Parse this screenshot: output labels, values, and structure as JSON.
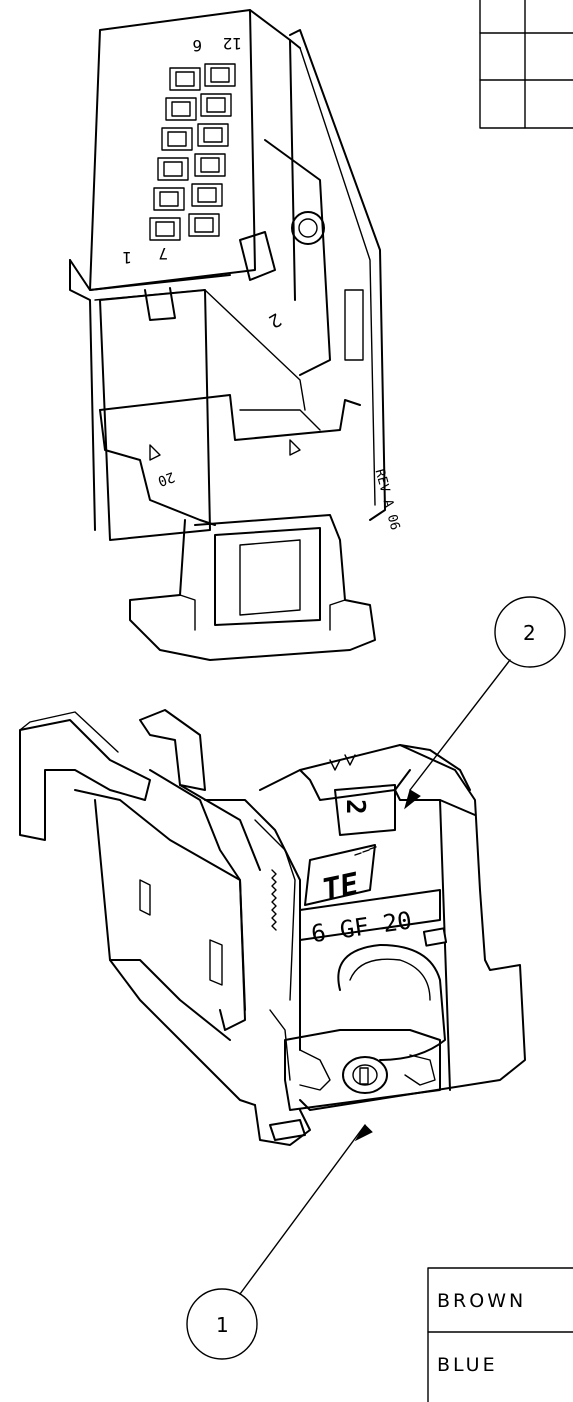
{
  "connector_top": {
    "pin_numbers": {
      "pin_1": "1",
      "pin_6": "6",
      "pin_7": "7",
      "pin_12": "12"
    },
    "side_marks": {
      "mark_2": "2",
      "code_left": "20",
      "rev": "REV A 06"
    }
  },
  "connector_bottom": {
    "brand": "TE",
    "code": "6 GF 20",
    "key_code": "2"
  },
  "balloons": [
    {
      "number": "2"
    },
    {
      "number": "1"
    }
  ],
  "wire_table": {
    "rows": [
      {
        "color": "BROWN"
      },
      {
        "color": "BLUE"
      }
    ]
  }
}
